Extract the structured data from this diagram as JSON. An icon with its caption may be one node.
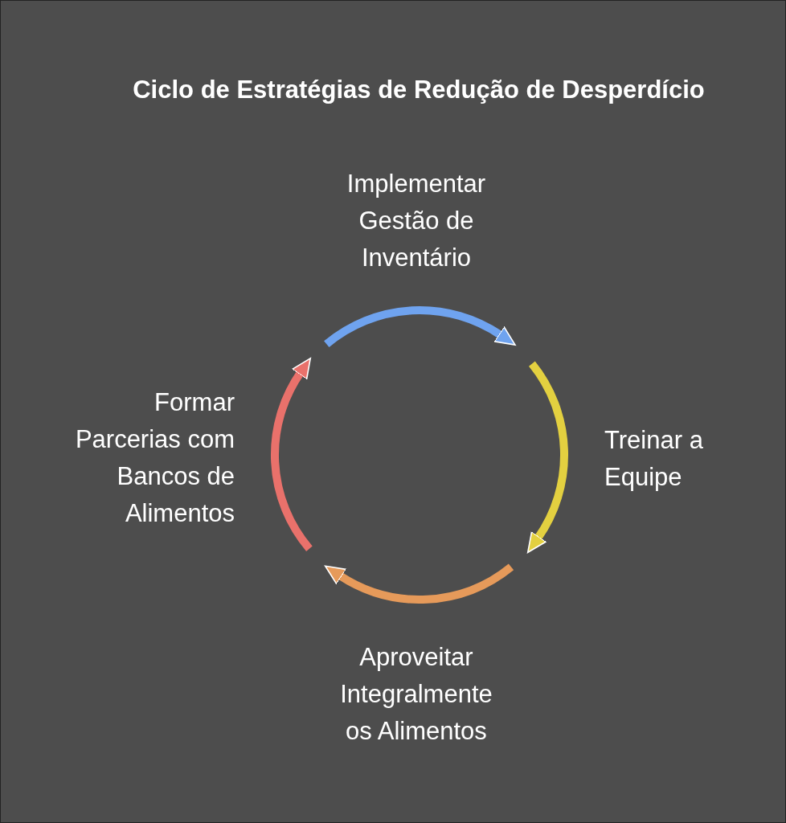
{
  "diagram": {
    "title": "Ciclo de Estratégias de Redução de Desperdício",
    "nodes": [
      {
        "text": [
          "Implementar Gestão de Inventário"
        ]
      },
      {
        "text": [
          "Treinar a Equipe"
        ]
      },
      {
        "text": [
          "Aproveitar Integralmente os Alimentos"
        ]
      },
      {
        "text": [
          "Formar Parcerias com Bancos de Alimentos"
        ]
      }
    ]
  }
}
